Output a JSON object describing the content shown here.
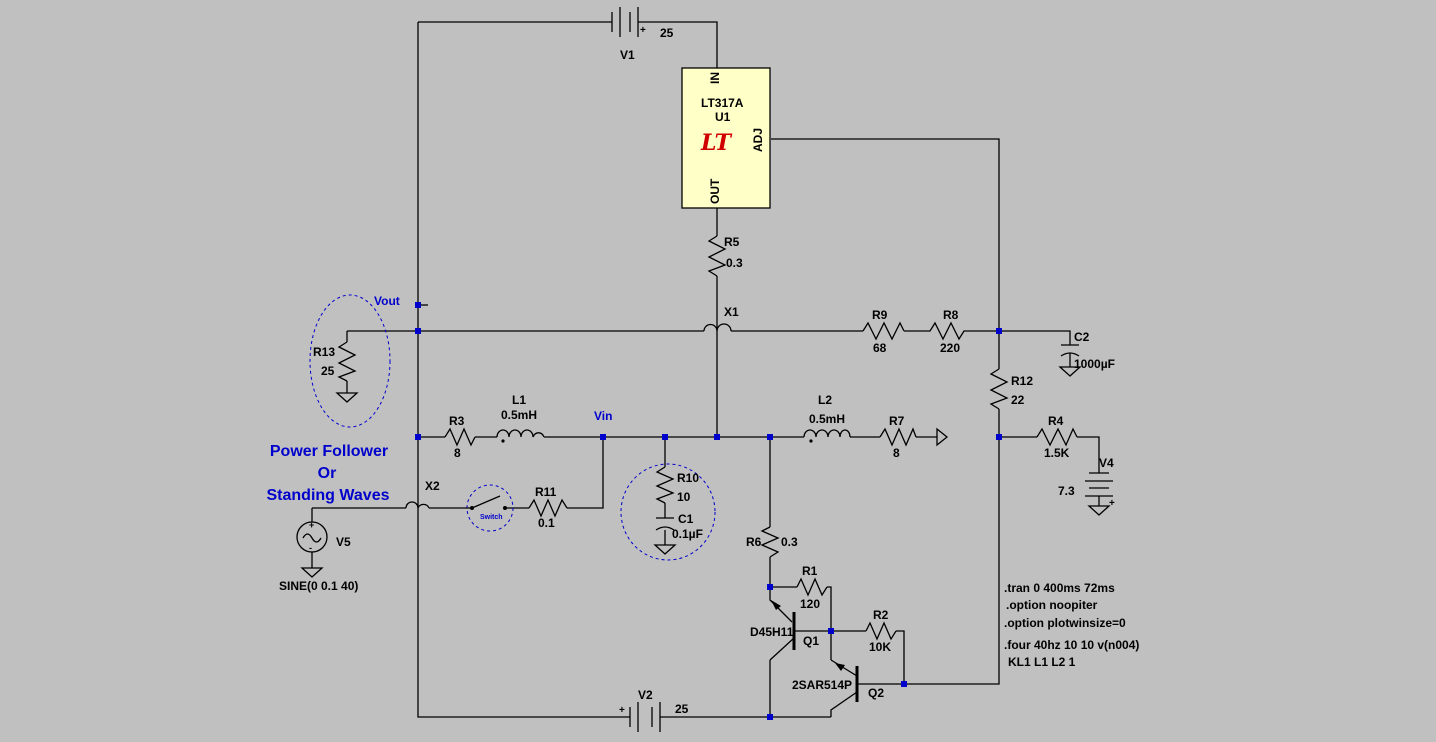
{
  "schematic": {
    "title_lines": [
      "Power Follower",
      "Or",
      "Standing Waves"
    ],
    "net_labels": {
      "vout": "Vout",
      "vin": "Vin"
    },
    "regulator": {
      "part": "LT317A",
      "ref": "U1",
      "pin_in": "IN",
      "pin_adj": "ADJ",
      "pin_out": "OUT",
      "logo": "LT"
    },
    "sources": {
      "v1": {
        "ref": "V1",
        "value": "25"
      },
      "v2": {
        "ref": "V2",
        "value": "25"
      },
      "v4": {
        "ref": "V4",
        "value": "7.3"
      },
      "v5": {
        "ref": "V5",
        "value": "SINE(0 0.1 40)"
      }
    },
    "resistors": {
      "r1": {
        "ref": "R1",
        "value": "120"
      },
      "r2": {
        "ref": "R2",
        "value": "10K"
      },
      "r3": {
        "ref": "R3",
        "value": "8"
      },
      "r4": {
        "ref": "R4",
        "value": "1.5K"
      },
      "r5": {
        "ref": "R5",
        "value": "0.3"
      },
      "r6": {
        "ref": "R6",
        "value": "0.3"
      },
      "r7": {
        "ref": "R7",
        "value": "8"
      },
      "r8": {
        "ref": "R8",
        "value": "220"
      },
      "r9": {
        "ref": "R9",
        "value": "68"
      },
      "r10": {
        "ref": "R10",
        "value": "10"
      },
      "r11": {
        "ref": "R11",
        "value": "0.1"
      },
      "r12": {
        "ref": "R12",
        "value": "22"
      },
      "r13": {
        "ref": "R13",
        "value": "25"
      }
    },
    "inductors": {
      "l1": {
        "ref": "L1",
        "value": "0.5mH"
      },
      "l2": {
        "ref": "L2",
        "value": "0.5mH"
      }
    },
    "capacitors": {
      "c1": {
        "ref": "C1",
        "value": "0.1µF"
      },
      "c2": {
        "ref": "C2",
        "value": "1000µF"
      }
    },
    "transistors": {
      "q1": {
        "ref": "Q1",
        "part": "D45H11"
      },
      "q2": {
        "ref": "Q2",
        "part": "2SAR514P"
      }
    },
    "crossovers": {
      "x1": "X1",
      "x2": "X2"
    },
    "switch_label": "Switch",
    "directives": [
      ".tran 0 400ms 72ms",
      ".option noopiter",
      ".option plotwinsize=0",
      ".four 40hz 10 10 v(n004)",
      "KL1 L1 L2 1"
    ]
  }
}
